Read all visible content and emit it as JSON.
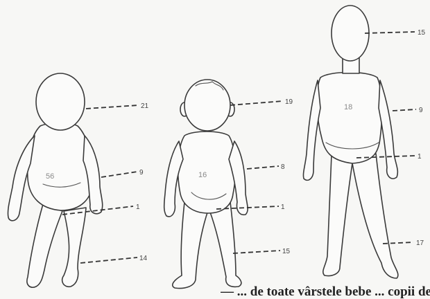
{
  "figures": [
    {
      "name": "infant",
      "torso_number": "56",
      "labels": [
        "21",
        "9",
        "1",
        "14"
      ]
    },
    {
      "name": "toddler",
      "torso_number": "16",
      "labels": [
        "19",
        "8",
        "1",
        "15"
      ]
    },
    {
      "name": "child",
      "torso_number": "18",
      "labels": [
        "15",
        "9",
        "1",
        "17"
      ]
    }
  ],
  "caption": "— ... de toate vârstele bebe ... copii de"
}
